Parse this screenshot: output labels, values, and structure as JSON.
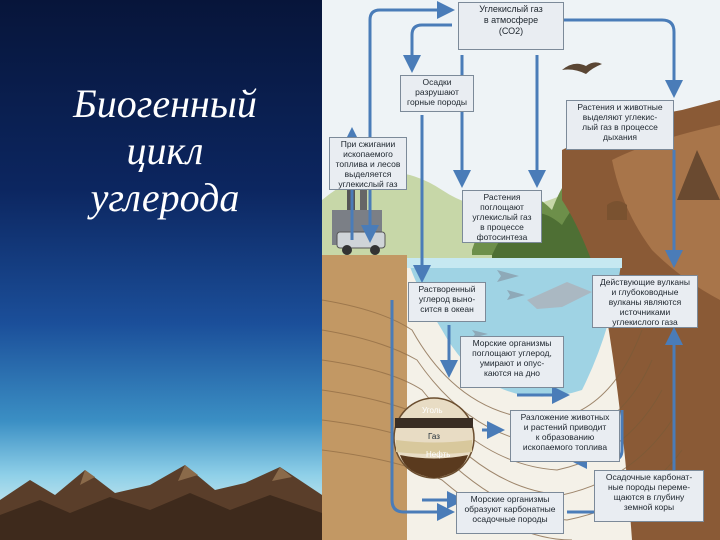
{
  "title": {
    "line1": "Биогенный",
    "line2": "цикл",
    "line3": "углерода"
  },
  "boxes": {
    "atmosphere": "Углекислый газ\nв атмосфере\n(СО2)",
    "precipitation": "Осадки\nразрушают\nгорные породы",
    "respiration": "Растения и животные\nвыделяют углекис-\nлый газ в процессе\nдыхания",
    "combustion": "При сжигании\nископаемого\nтоплива и лесов\nвыделяется\nуглекислый газ",
    "photosynthesis": "Растения\nпоглощают\nуглекислый газ\nв процессе\nфотосинтеза",
    "volcanoes": "Действующие вулканы\nи глубоководные\nвулканы являются\nисточниками\nуглекислого газа",
    "dissolved": "Растворенный\nуглерод выно-\nсится в океан",
    "marine_absorb": "Морские организмы\nпоглощают углерод,\nумирают и опус-\nкаются на дно",
    "decomposition": "Разложение животных\nи растений приводит\nк образованию\nископаемого топлива",
    "carbonate": "Осадочные карбонат-\nные породы переме-\nщаются в глубину\nземной коры",
    "marine_form": "Морские организмы\nобразуют карбонатные\nосадочные породы"
  },
  "labels": {
    "coal": "Уголь",
    "gas": "Газ",
    "oil": "Нефть"
  }
}
